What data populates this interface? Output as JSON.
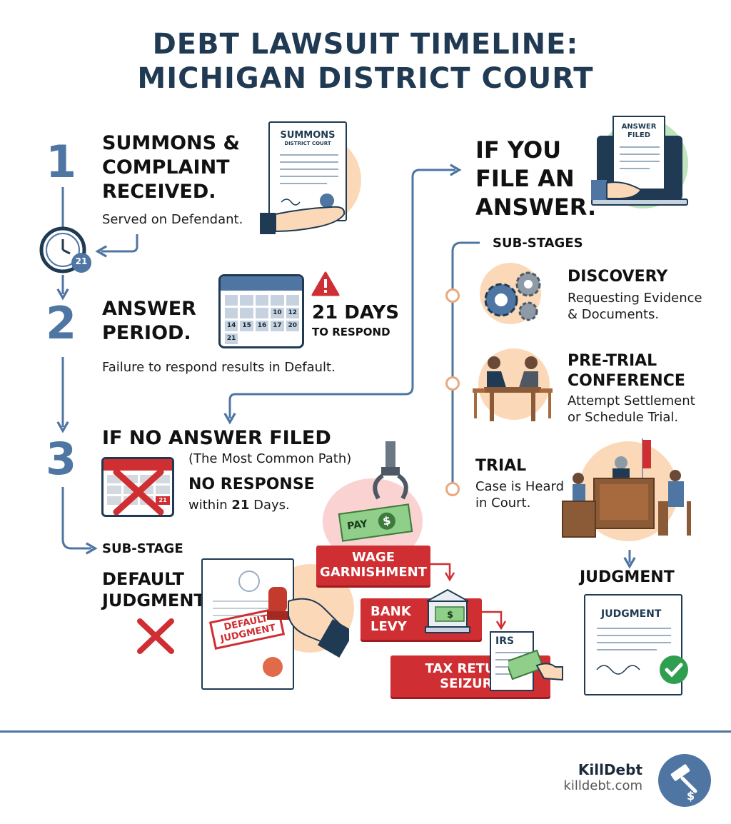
{
  "title": {
    "line1": "DEBT LAWSUIT TIMELINE:",
    "line2": "MICHIGAN DISTRICT COURT"
  },
  "step1": {
    "number": "1",
    "heading": [
      "SUMMONS &",
      "COMPLAINT",
      "RECEIVED."
    ],
    "text": "Served on Defendant.",
    "doc_title": "SUMMONS",
    "doc_subtitle": "DISTRICT COURT",
    "clock_badge": "21"
  },
  "step2": {
    "number": "2",
    "heading": [
      "ANSWER",
      "PERIOD."
    ],
    "days": "21 DAYS",
    "days_sub": "TO RESPOND",
    "text": "Failure to respond results in Default.",
    "calendar_cells": [
      "10",
      "12",
      "14",
      "15",
      "16",
      "17",
      "20",
      "21"
    ]
  },
  "step3": {
    "number": "3",
    "heading": "IF NO ANSWER FILED",
    "subheading": "(The Most Common Path)",
    "no_response": "NO RESPONSE",
    "within_prefix": "within ",
    "within_days": "21",
    "within_suffix": " Days.",
    "calendar_badge": "21"
  },
  "default": {
    "sub_stage": "SUB-STAGE",
    "heading": [
      "DEFAULT",
      "JUDGMENT"
    ],
    "stamp": [
      "DEFAULT",
      "JUDGMENT"
    ]
  },
  "consequences": {
    "pay": "PAY",
    "wage": [
      "WAGE",
      "GARNISHMENT"
    ],
    "bank": [
      "BANK",
      "LEVY"
    ],
    "tax": [
      "TAX RETURN",
      "SEIZURE"
    ],
    "irs": "IRS"
  },
  "answer_branch": {
    "heading": [
      "IF YOU",
      "FILE AN",
      "ANSWER."
    ],
    "doc_title": [
      "ANSWER",
      "FILED"
    ],
    "sub_stages_label": "SUB-STAGES",
    "discovery_title": "DISCOVERY",
    "discovery_text": [
      "Requesting Evidence",
      "& Documents."
    ],
    "pretrial_title": [
      "PRE-TRIAL",
      "CONFERENCE"
    ],
    "pretrial_text": [
      "Attempt Settlement",
      "or Schedule Trial."
    ],
    "trial_title": "TRIAL",
    "trial_text": [
      "Case is Heard",
      "in Court."
    ],
    "judgment_title": "JUDGMENT",
    "judgment_doc": "JUDGMENT"
  },
  "brand": {
    "name": "KillDebt",
    "url": "killdebt.com"
  },
  "colors": {
    "navy": "#1f3a52",
    "blue": "#4f76a3",
    "red": "#cf2e32",
    "peach": "#fbd9b8",
    "green": "#2f9e4f"
  }
}
